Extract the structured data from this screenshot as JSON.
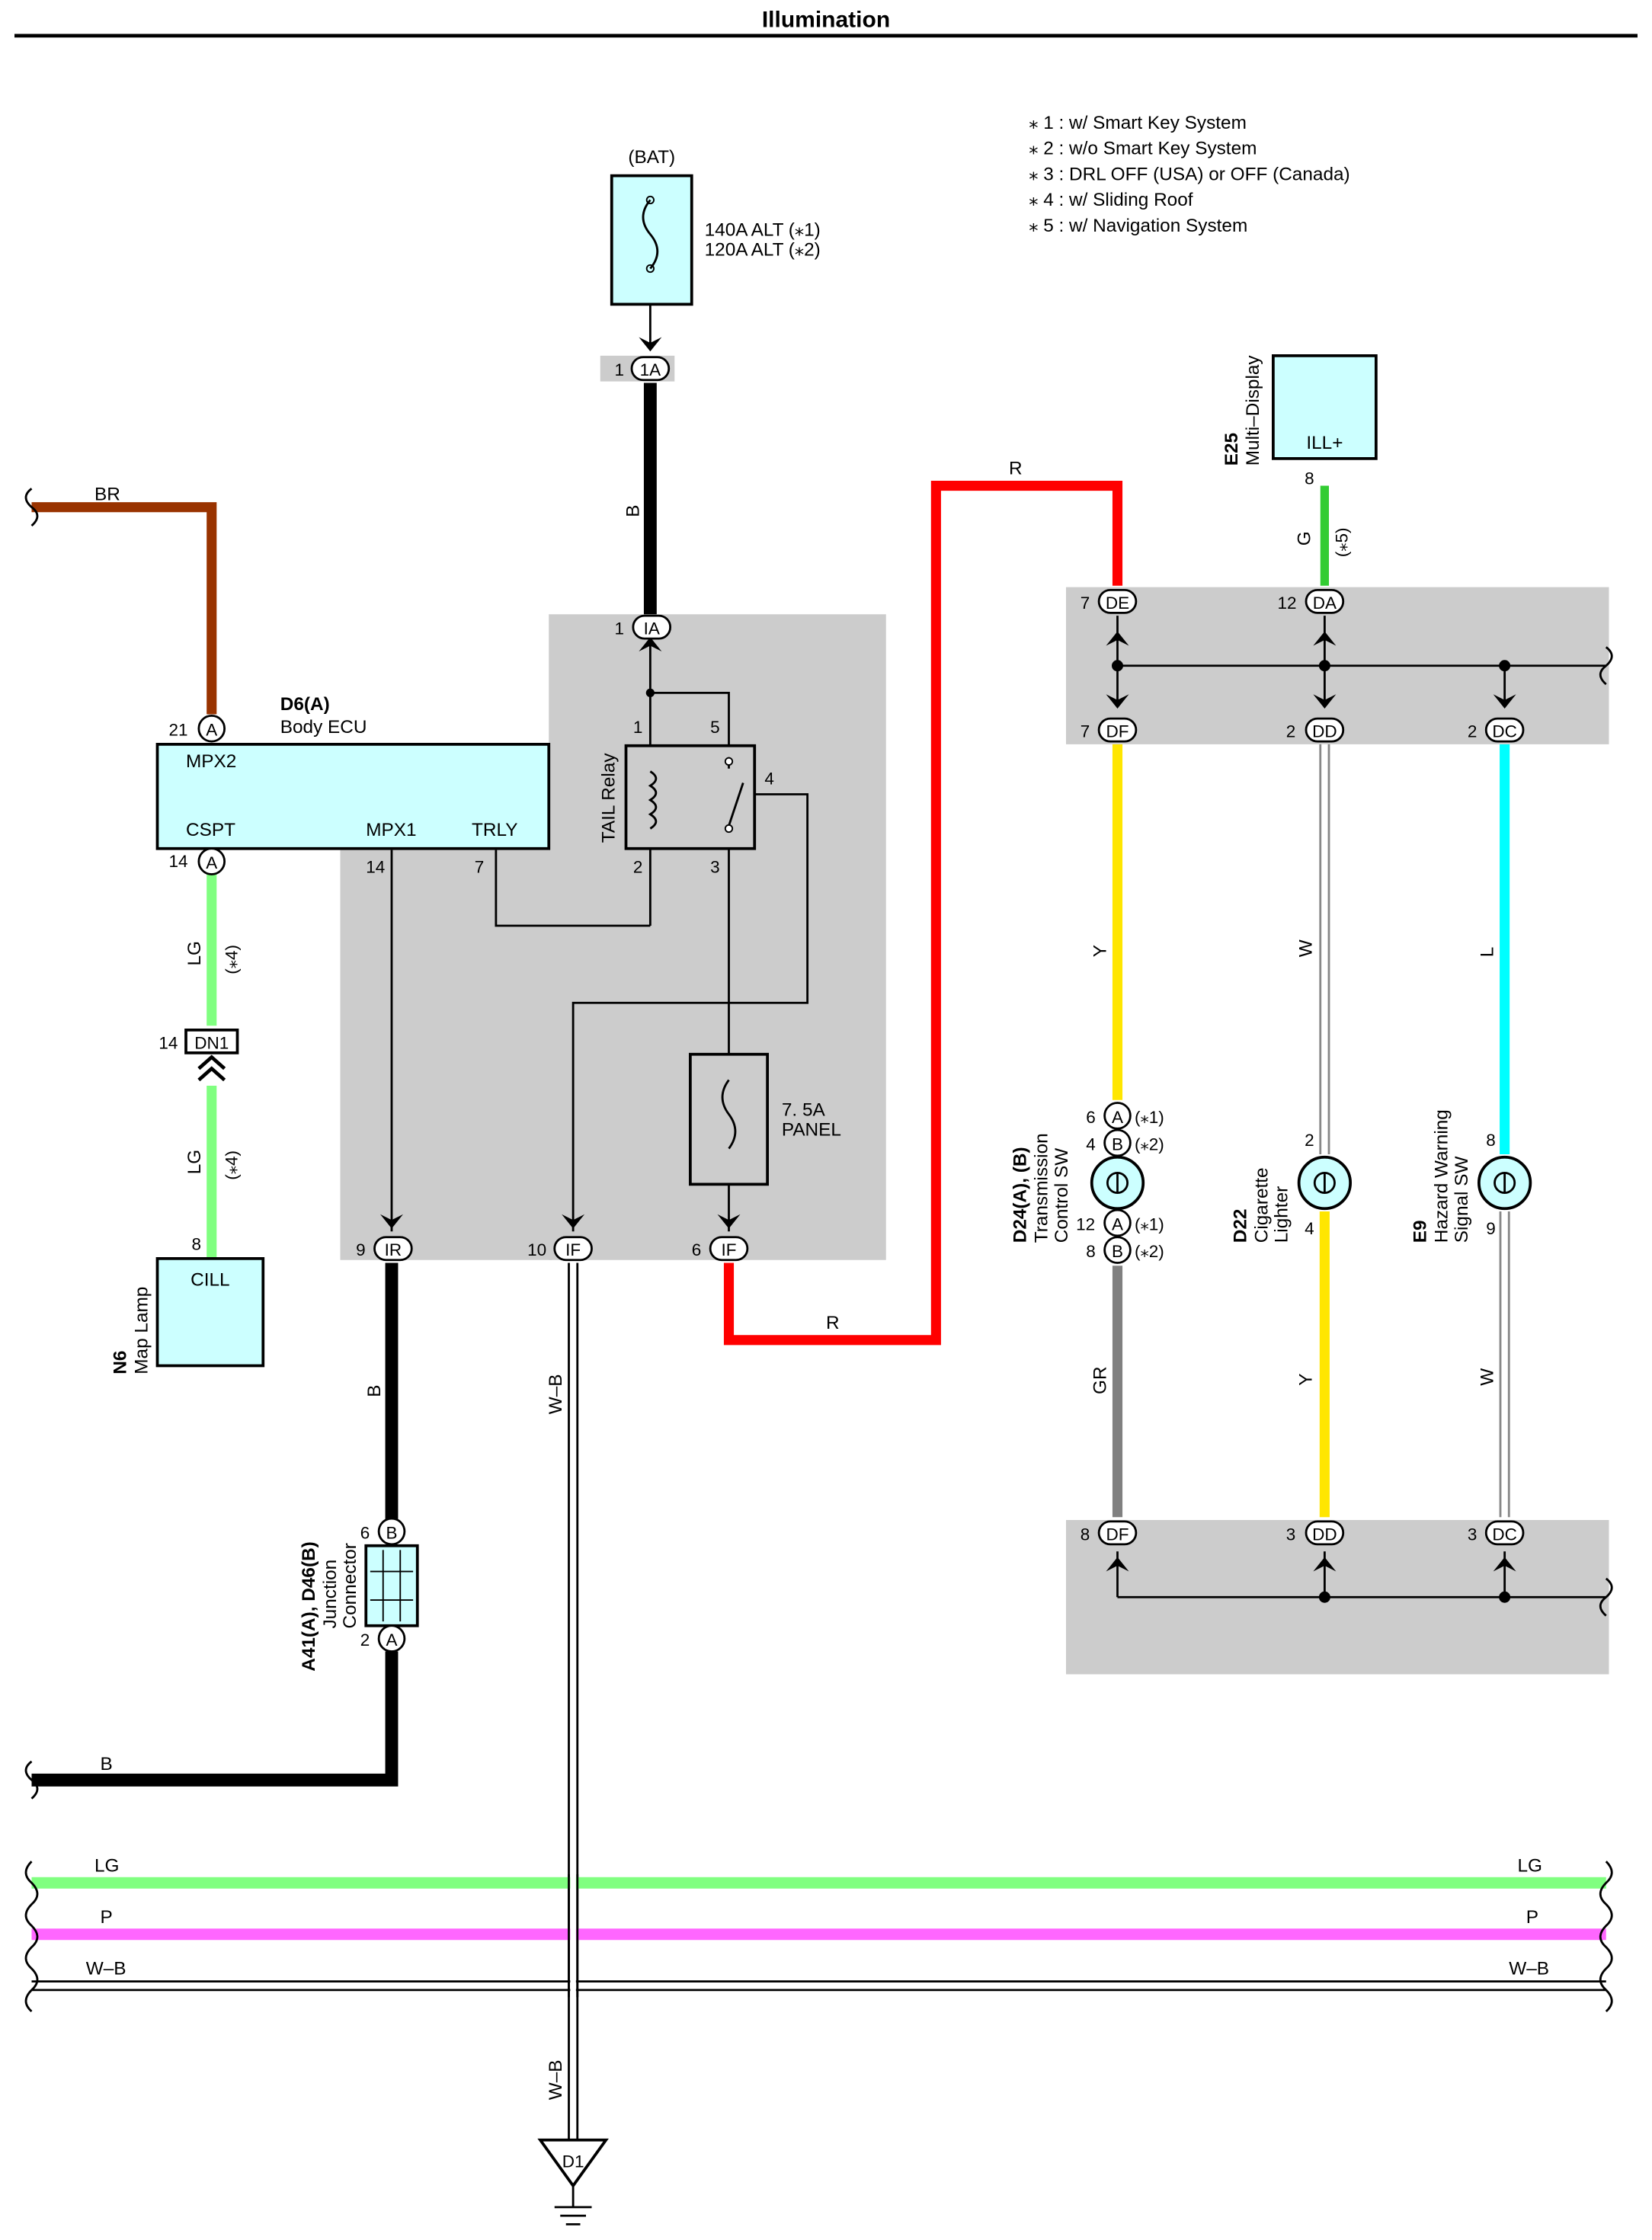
{
  "title": "Illumination",
  "notes": [
    "⁎ 1 : w/ Smart Key System",
    "⁎ 2 : w/o Smart Key System",
    "⁎ 3 : DRL OFF (USA) or OFF (Canada)",
    "⁎ 4 : w/ Sliding Roof",
    "⁎ 5 : w/ Navigation System"
  ],
  "battery": {
    "label": "(BAT)",
    "fuse_line1": "140A ALT (⁎1)",
    "fuse_line2": "120A ALT (⁎2)"
  },
  "connectors": {
    "c1A": "1A",
    "cIA": "IA",
    "cIR": "IR",
    "cIF": "IF",
    "cA": "A",
    "cB": "B",
    "cDN1": "DN1",
    "cDE": "DE",
    "cDA": "DA",
    "cDF": "DF",
    "cDD": "DD",
    "cDC": "DC",
    "cD1": "D1"
  },
  "pins": {
    "p1": "1",
    "p1b": "1",
    "p21": "21",
    "p14": "14",
    "p14b": "14",
    "p14c": "14",
    "p7": "7",
    "p5": "5",
    "p4": "4",
    "p2": "2",
    "p3": "3",
    "p9": "9",
    "p10": "10",
    "p6": "6",
    "p8": "8",
    "p8b": "8",
    "p6b": "6",
    "p2b": "2",
    "p7a": "7",
    "p12": "12",
    "p7b": "7",
    "p2c": "2",
    "p2d": "2",
    "pA6": "6",
    "pB4": "4",
    "pA12": "12",
    "pB8": "8",
    "p2e": "2",
    "p4b": "4",
    "p8c": "8",
    "p9b": "9",
    "p8d": "8",
    "p3b": "3",
    "p3c": "3"
  },
  "body_ecu": {
    "code": "D6(A)",
    "name": "Body ECU",
    "mpx2": "MPX2",
    "cspt": "CSPT",
    "mpx1": "MPX1",
    "trly": "TRLY"
  },
  "tail_relay": "TAIL Relay",
  "panel_fuse": {
    "line1": "7. 5A",
    "line2": "PANEL"
  },
  "map_lamp": {
    "code": "N6",
    "name": "Map Lamp",
    "terminal": "CILL"
  },
  "multi_display": {
    "code": "E25",
    "name": "Multi–Display",
    "terminal": "ILL+"
  },
  "junction_connector": {
    "code": "A41(A), D46(B)",
    "name1": "Junction",
    "name2": "Connector"
  },
  "transmission_sw": {
    "code": "D24(A), (B)",
    "name1": "Transmission",
    "name2": "Control SW",
    "n1": "(⁎1)",
    "n2": "(⁎2)",
    "n3": "(⁎1)",
    "n4": "(⁎2)"
  },
  "cig_lighter": {
    "code": "D22",
    "name1": "Cigarette",
    "name2": "Lighter"
  },
  "hazard_sw": {
    "code": "E9",
    "name1": "Hazard Warning",
    "name2": "Signal SW"
  },
  "wire_labels": {
    "br": "BR",
    "b_top": "B",
    "r_top": "R",
    "g": "G",
    "g_note": "(⁎5)",
    "lg1": "LG",
    "lg1_note": "(⁎4)",
    "lg2": "LG",
    "lg2_note": "(⁎4)",
    "r_bottom": "R",
    "b_mid": "B",
    "wb_mid": "W–B",
    "y1": "Y",
    "w1": "W",
    "l": "L",
    "gr": "GR",
    "y2": "Y",
    "w2": "W",
    "b_low": "B",
    "lg_left": "LG",
    "lg_right": "LG",
    "p_left": "P",
    "p_right": "P",
    "wb_left": "W–B",
    "wb_right": "W–B",
    "wb_ground": "W–B"
  },
  "wire_colors": {
    "brown": "#993300",
    "black": "#000000",
    "red": "#ff0000",
    "green": "#33cc33",
    "light_green": "#80ff80",
    "yellow": "#ffe600",
    "white": "#ffffff",
    "cyan": "#00ffff",
    "gray": "#808080",
    "pink": "#ff66ff",
    "component_fill": "#ccffff",
    "junction_block": "#cccccc"
  }
}
